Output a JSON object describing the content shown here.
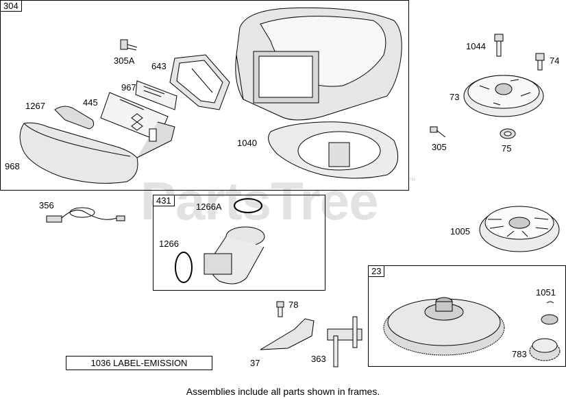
{
  "watermark": {
    "text": "PartsTree",
    "trademark": "™"
  },
  "frames": {
    "f304": {
      "tag": "304"
    },
    "f431": {
      "tag": "431"
    },
    "f23": {
      "tag": "23"
    }
  },
  "callouts": {
    "c305A": "305A",
    "c643": "643",
    "c967": "967",
    "c445": "445",
    "c1267": "1267",
    "c968": "968",
    "c1040": "1040",
    "c1044": "1044",
    "c74": "74",
    "c73": "73",
    "c305": "305",
    "c75": "75",
    "c356": "356",
    "c1266A": "1266A",
    "c1266": "1266",
    "c1005": "1005",
    "c78": "78",
    "c37": "37",
    "c363": "363",
    "c1051": "1051",
    "c783": "783"
  },
  "label_box": {
    "text": "1036 LABEL-EMISSION"
  },
  "footer": {
    "text": "Assemblies include all parts shown in frames."
  }
}
